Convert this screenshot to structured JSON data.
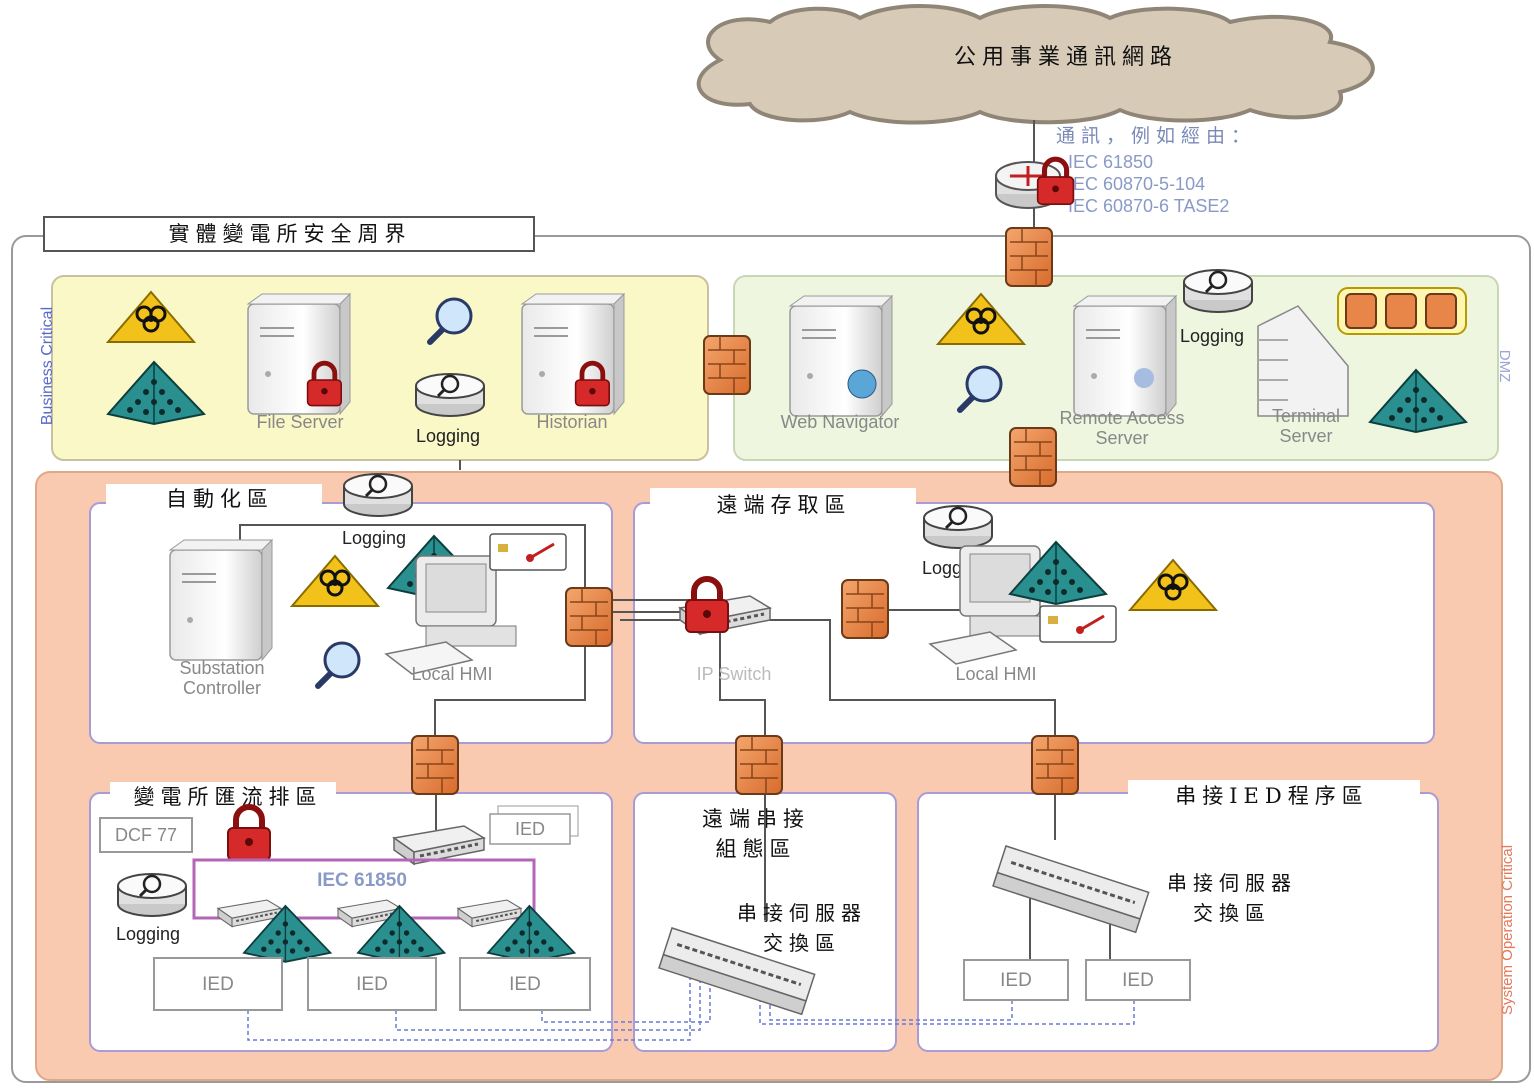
{
  "cloud_label": "公用事業通訊網路",
  "comm_note": {
    "title": "通訊，例如經由：",
    "protocols": [
      "IEC 61850",
      "IEC 60870-5-104",
      "IEC 60870-6 TASE2"
    ]
  },
  "perimeter_label": "實體變電所安全周界",
  "zones": {
    "business": {
      "side_label": "Business Critical",
      "file_server": "File Server",
      "logging": "Logging",
      "historian": "Historian"
    },
    "dmz": {
      "side_label": "DMZ",
      "web_navigator": "Web Navigator",
      "remote_access": "Remote Access\nServer",
      "logging": "Logging",
      "terminal_server": "Terminal\nServer"
    },
    "system_operation": {
      "side_label": "System Operation Critical"
    },
    "automation": {
      "title": "自動化區",
      "logging": "Logging",
      "substation_controller": "Substation\nController",
      "local_hmi": "Local HMI"
    },
    "remote_access_area": {
      "title": "遠端存取區",
      "ip_switch": "IP Switch",
      "logging": "Logging",
      "local_hmi": "Local HMI"
    },
    "bus_area": {
      "title": "變電所匯流排區",
      "dcf": "DCF 77",
      "ied_top": "IED",
      "iec_label": "IEC 61850",
      "logging": "Logging",
      "ieds": [
        "IED",
        "IED",
        "IED"
      ]
    },
    "remote_serial": {
      "title": "遠端串接\n組態區",
      "switch_label": "串接伺服器\n交換區"
    },
    "serial_ied": {
      "title": "串接IED程序區",
      "switch_label": "串接伺服器\n交換區",
      "ieds": [
        "IED",
        "IED"
      ]
    }
  },
  "colors": {
    "business_bg": "#fbf8c8",
    "dmz_bg": "#eef6e0",
    "soc_bg": "#f9c9b0",
    "cloud": "#d7cbb8",
    "zone_border": "#a99cd6",
    "firewall": "#e8864a",
    "lock": "#d62a2a",
    "purple_bus": "#b565b5"
  }
}
